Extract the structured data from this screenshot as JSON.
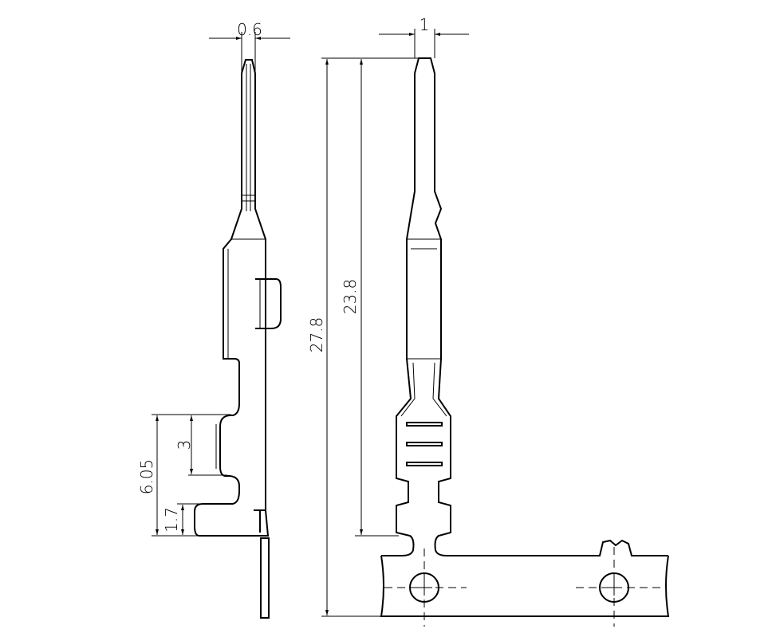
{
  "drawing": {
    "title": "Crimp terminal pin on carrier strip",
    "dimensions": {
      "pin_thickness": "0.6",
      "pin_width": "1",
      "overall_length": "27.8",
      "pin_length": "23.8",
      "crimp_length": "3",
      "barrel_length": "6.05",
      "insulation_offset": "1.7"
    },
    "line_color": "#000000",
    "background": "#ffffff"
  }
}
